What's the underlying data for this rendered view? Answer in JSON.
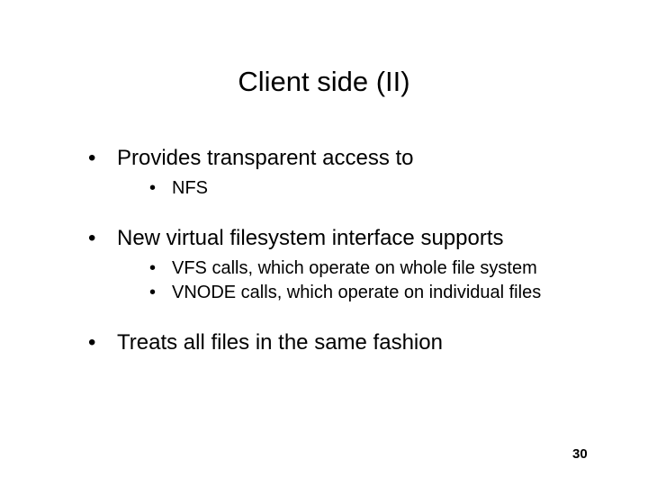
{
  "slide": {
    "title": "Client side (II)",
    "page_number": "30",
    "bullet_glyph": "•",
    "content": [
      {
        "level1": "Provides transparent access to",
        "children": [
          "NFS"
        ]
      },
      {
        "level1": "New virtual filesystem interface supports",
        "children": [
          "VFS calls, which operate on whole file system",
          "VNODE calls, which operate on individual files"
        ]
      },
      {
        "level1": "Treats all files in the same fashion",
        "children": []
      }
    ]
  }
}
